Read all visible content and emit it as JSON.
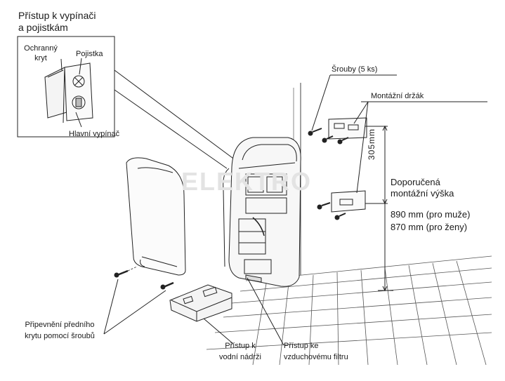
{
  "inset": {
    "title_line1": "Přístup k vypínači",
    "title_line2": "a pojistkám",
    "cover_line1": "Ochranný",
    "cover_line2": "kryt",
    "fuse": "Pojistka",
    "switch": "Hlavní vypínač"
  },
  "labels": {
    "screws": "Šrouby (5 ks)",
    "bracket": "Montážní držák",
    "height_title_line1": "Doporučená",
    "height_title_line2": "montážní výška",
    "height_men": "890 mm (pro muže)",
    "height_women": "870 mm (pro ženy)",
    "dimension": "305mm",
    "front_cover_line1": "Připevnění předního",
    "front_cover_line2": "krytu pomocí šroubů",
    "water_tank_line1": "Přístup k",
    "water_tank_line2": "vodní nádrži",
    "air_filter_line1": "Přístup ke",
    "air_filter_line2": "vzduchovému filtru"
  },
  "watermark": "ELEKTRO"
}
